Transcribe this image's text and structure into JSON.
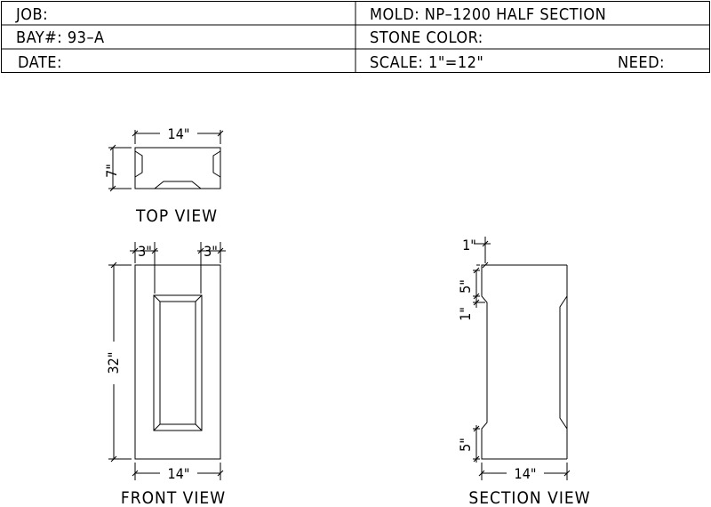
{
  "title_block": {
    "job_label": "JOB:",
    "bay_label": "BAY#: 93–A",
    "date_label": "DATE:",
    "mold_label": "MOLD: NP–1200 HALF SECTION",
    "stone_color_label": "STONE COLOR:",
    "scale_label": "SCALE: 1\"=12\"",
    "need_label": "NEED:"
  },
  "top_view": {
    "title": "TOP VIEW",
    "width_dim": "14\"",
    "depth_dim": "7\""
  },
  "front_view": {
    "title": "FRONT VIEW",
    "width_dim": "14\"",
    "height_dim": "32\"",
    "left_margin_dim": "3\"",
    "right_margin_dim": "3\""
  },
  "section_view": {
    "title": "SECTION VIEW",
    "width_dim": "14\"",
    "top_offset_dim": "1\"",
    "upper_chamfer_dim": "5\"",
    "upper_offset_dim": "1\"",
    "lower_chamfer_dim": "5\""
  }
}
